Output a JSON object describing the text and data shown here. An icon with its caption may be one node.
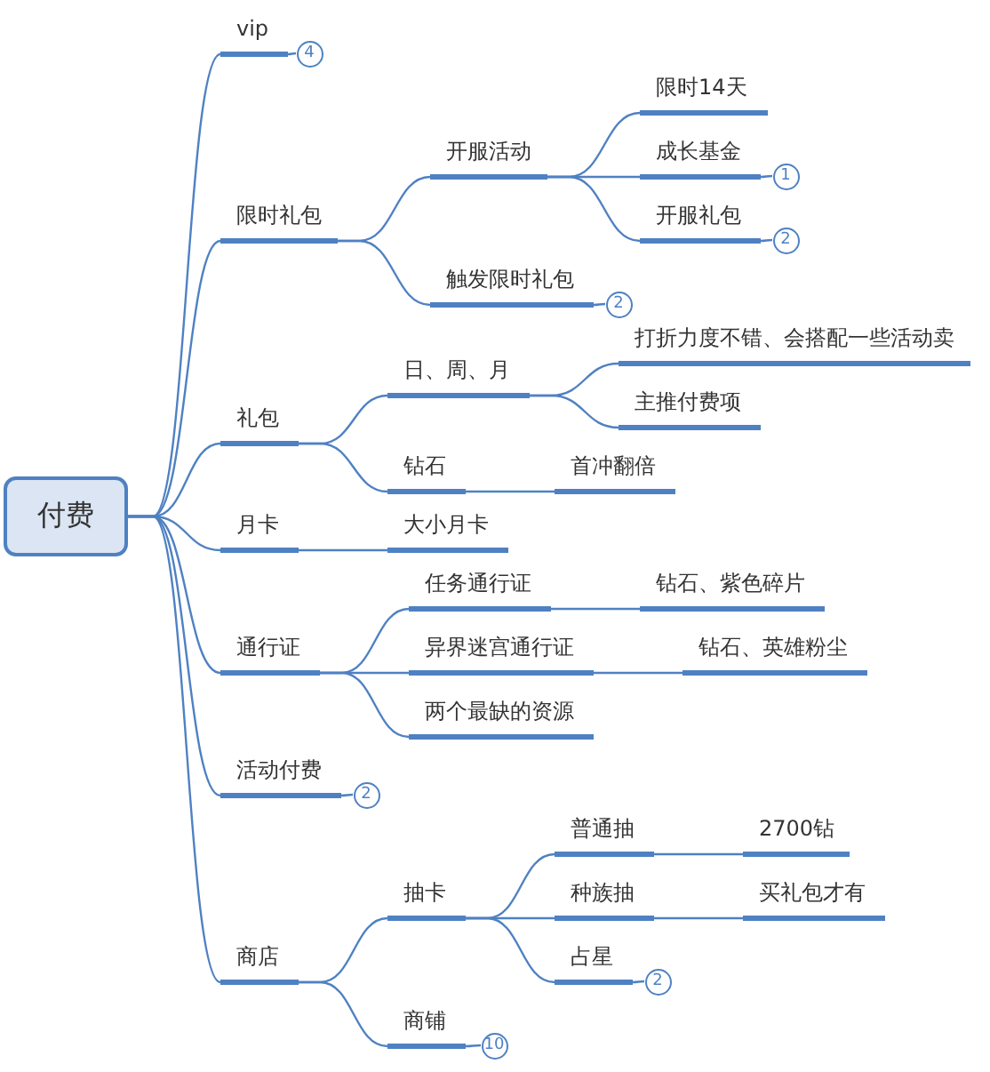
{
  "diagram": {
    "nodes": [
      {
        "text": [
          "付费"
        ]
      },
      {
        "text": [
          "vip"
        ]
      },
      {
        "text": [
          "4"
        ]
      },
      {
        "text": [
          "限时礼包"
        ]
      },
      {
        "text": [
          "开服活动"
        ]
      },
      {
        "text": [
          "限时14天"
        ]
      },
      {
        "text": [
          "成长基金"
        ]
      },
      {
        "text": [
          "1"
        ]
      },
      {
        "text": [
          "开服礼包"
        ]
      },
      {
        "text": [
          "2"
        ]
      },
      {
        "text": [
          "触发限时礼包"
        ]
      },
      {
        "text": [
          "2"
        ]
      },
      {
        "text": [
          "礼包"
        ]
      },
      {
        "text": [
          "日、周、月"
        ]
      },
      {
        "text": [
          "打折力度不错、会搭配一些活动卖"
        ]
      },
      {
        "text": [
          "主推付费项"
        ]
      },
      {
        "text": [
          "钻石"
        ]
      },
      {
        "text": [
          "首冲翻倍"
        ]
      },
      {
        "text": [
          "月卡"
        ]
      },
      {
        "text": [
          "大小月卡"
        ]
      },
      {
        "text": [
          "通行证"
        ]
      },
      {
        "text": [
          "任务通行证"
        ]
      },
      {
        "text": [
          "钻石、紫色碎片"
        ]
      },
      {
        "text": [
          "异界迷宫通行证"
        ]
      },
      {
        "text": [
          "钻石、英雄粉尘"
        ]
      },
      {
        "text": [
          "两个最缺的资源"
        ]
      },
      {
        "text": [
          "活动付费"
        ]
      },
      {
        "text": [
          "2"
        ]
      },
      {
        "text": [
          "商店"
        ]
      },
      {
        "text": [
          "抽卡"
        ]
      },
      {
        "text": [
          "普通抽"
        ]
      },
      {
        "text": [
          "2700钻"
        ]
      },
      {
        "text": [
          "种族抽"
        ]
      },
      {
        "text": [
          "买礼包才有"
        ]
      },
      {
        "text": [
          "占星"
        ]
      },
      {
        "text": [
          "2"
        ]
      },
      {
        "text": [
          "商铺"
        ]
      },
      {
        "text": [
          "10"
        ]
      }
    ],
    "edges": [
      {
        "from": 0,
        "to": 1,
        "arrow": "none"
      },
      {
        "from": 1,
        "to": 2,
        "arrow": "none"
      },
      {
        "from": 0,
        "to": 3,
        "arrow": "none"
      },
      {
        "from": 3,
        "to": 4,
        "arrow": "none"
      },
      {
        "from": 4,
        "to": 5,
        "arrow": "none"
      },
      {
        "from": 4,
        "to": 6,
        "arrow": "none"
      },
      {
        "from": 6,
        "to": 7,
        "arrow": "none"
      },
      {
        "from": 4,
        "to": 8,
        "arrow": "none"
      },
      {
        "from": 8,
        "to": 9,
        "arrow": "none"
      },
      {
        "from": 3,
        "to": 10,
        "arrow": "none"
      },
      {
        "from": 10,
        "to": 11,
        "arrow": "none"
      },
      {
        "from": 0,
        "to": 12,
        "arrow": "none"
      },
      {
        "from": 12,
        "to": 13,
        "arrow": "none"
      },
      {
        "from": 13,
        "to": 14,
        "arrow": "none"
      },
      {
        "from": 13,
        "to": 15,
        "arrow": "none"
      },
      {
        "from": 12,
        "to": 16,
        "arrow": "none"
      },
      {
        "from": 16,
        "to": 17,
        "arrow": "none"
      },
      {
        "from": 0,
        "to": 18,
        "arrow": "none"
      },
      {
        "from": 18,
        "to": 19,
        "arrow": "none"
      },
      {
        "from": 0,
        "to": 20,
        "arrow": "none"
      },
      {
        "from": 20,
        "to": 21,
        "arrow": "none"
      },
      {
        "from": 21,
        "to": 22,
        "arrow": "none"
      },
      {
        "from": 20,
        "to": 23,
        "arrow": "none"
      },
      {
        "from": 23,
        "to": 24,
        "arrow": "none"
      },
      {
        "from": 20,
        "to": 25,
        "arrow": "none"
      },
      {
        "from": 0,
        "to": 26,
        "arrow": "none"
      },
      {
        "from": 26,
        "to": 27,
        "arrow": "none"
      },
      {
        "from": 0,
        "to": 28,
        "arrow": "none"
      },
      {
        "from": 28,
        "to": 29,
        "arrow": "none"
      },
      {
        "from": 29,
        "to": 30,
        "arrow": "none"
      },
      {
        "from": 30,
        "to": 31,
        "arrow": "none"
      },
      {
        "from": 29,
        "to": 32,
        "arrow": "none"
      },
      {
        "from": 32,
        "to": 33,
        "arrow": "none"
      },
      {
        "from": 29,
        "to": 34,
        "arrow": "none"
      },
      {
        "from": 34,
        "to": 35,
        "arrow": "none"
      },
      {
        "from": 28,
        "to": 36,
        "arrow": "none"
      },
      {
        "from": 36,
        "to": 37,
        "arrow": "none"
      }
    ]
  }
}
